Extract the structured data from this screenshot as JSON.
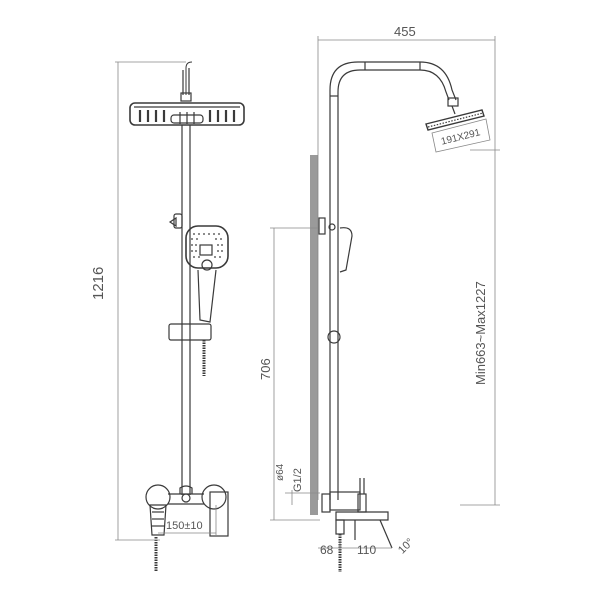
{
  "drawing": {
    "type": "technical-dimension-drawing",
    "subject": "wall-mounted shower column with overhead rain shower, hand shower and bath spout mixer",
    "views": [
      "front-view",
      "side-view"
    ],
    "colors": {
      "line": "#3a3a3a",
      "dimension_line": "#888888",
      "wall": "#9a9a9a",
      "text": "#555555"
    }
  },
  "front_view": {
    "dimensions": {
      "total_height": "1216",
      "inlet_centers": "150±10"
    }
  },
  "side_view": {
    "dimensions": {
      "arm_reach": "455",
      "head_size": "191X291",
      "height_range": "Min663~Max1227",
      "holder_height": "706",
      "inlet_offset": "ø64",
      "thread": "G1/2",
      "wall_to_body": "68",
      "spout_length": "110",
      "spout_angle": "10°"
    }
  }
}
